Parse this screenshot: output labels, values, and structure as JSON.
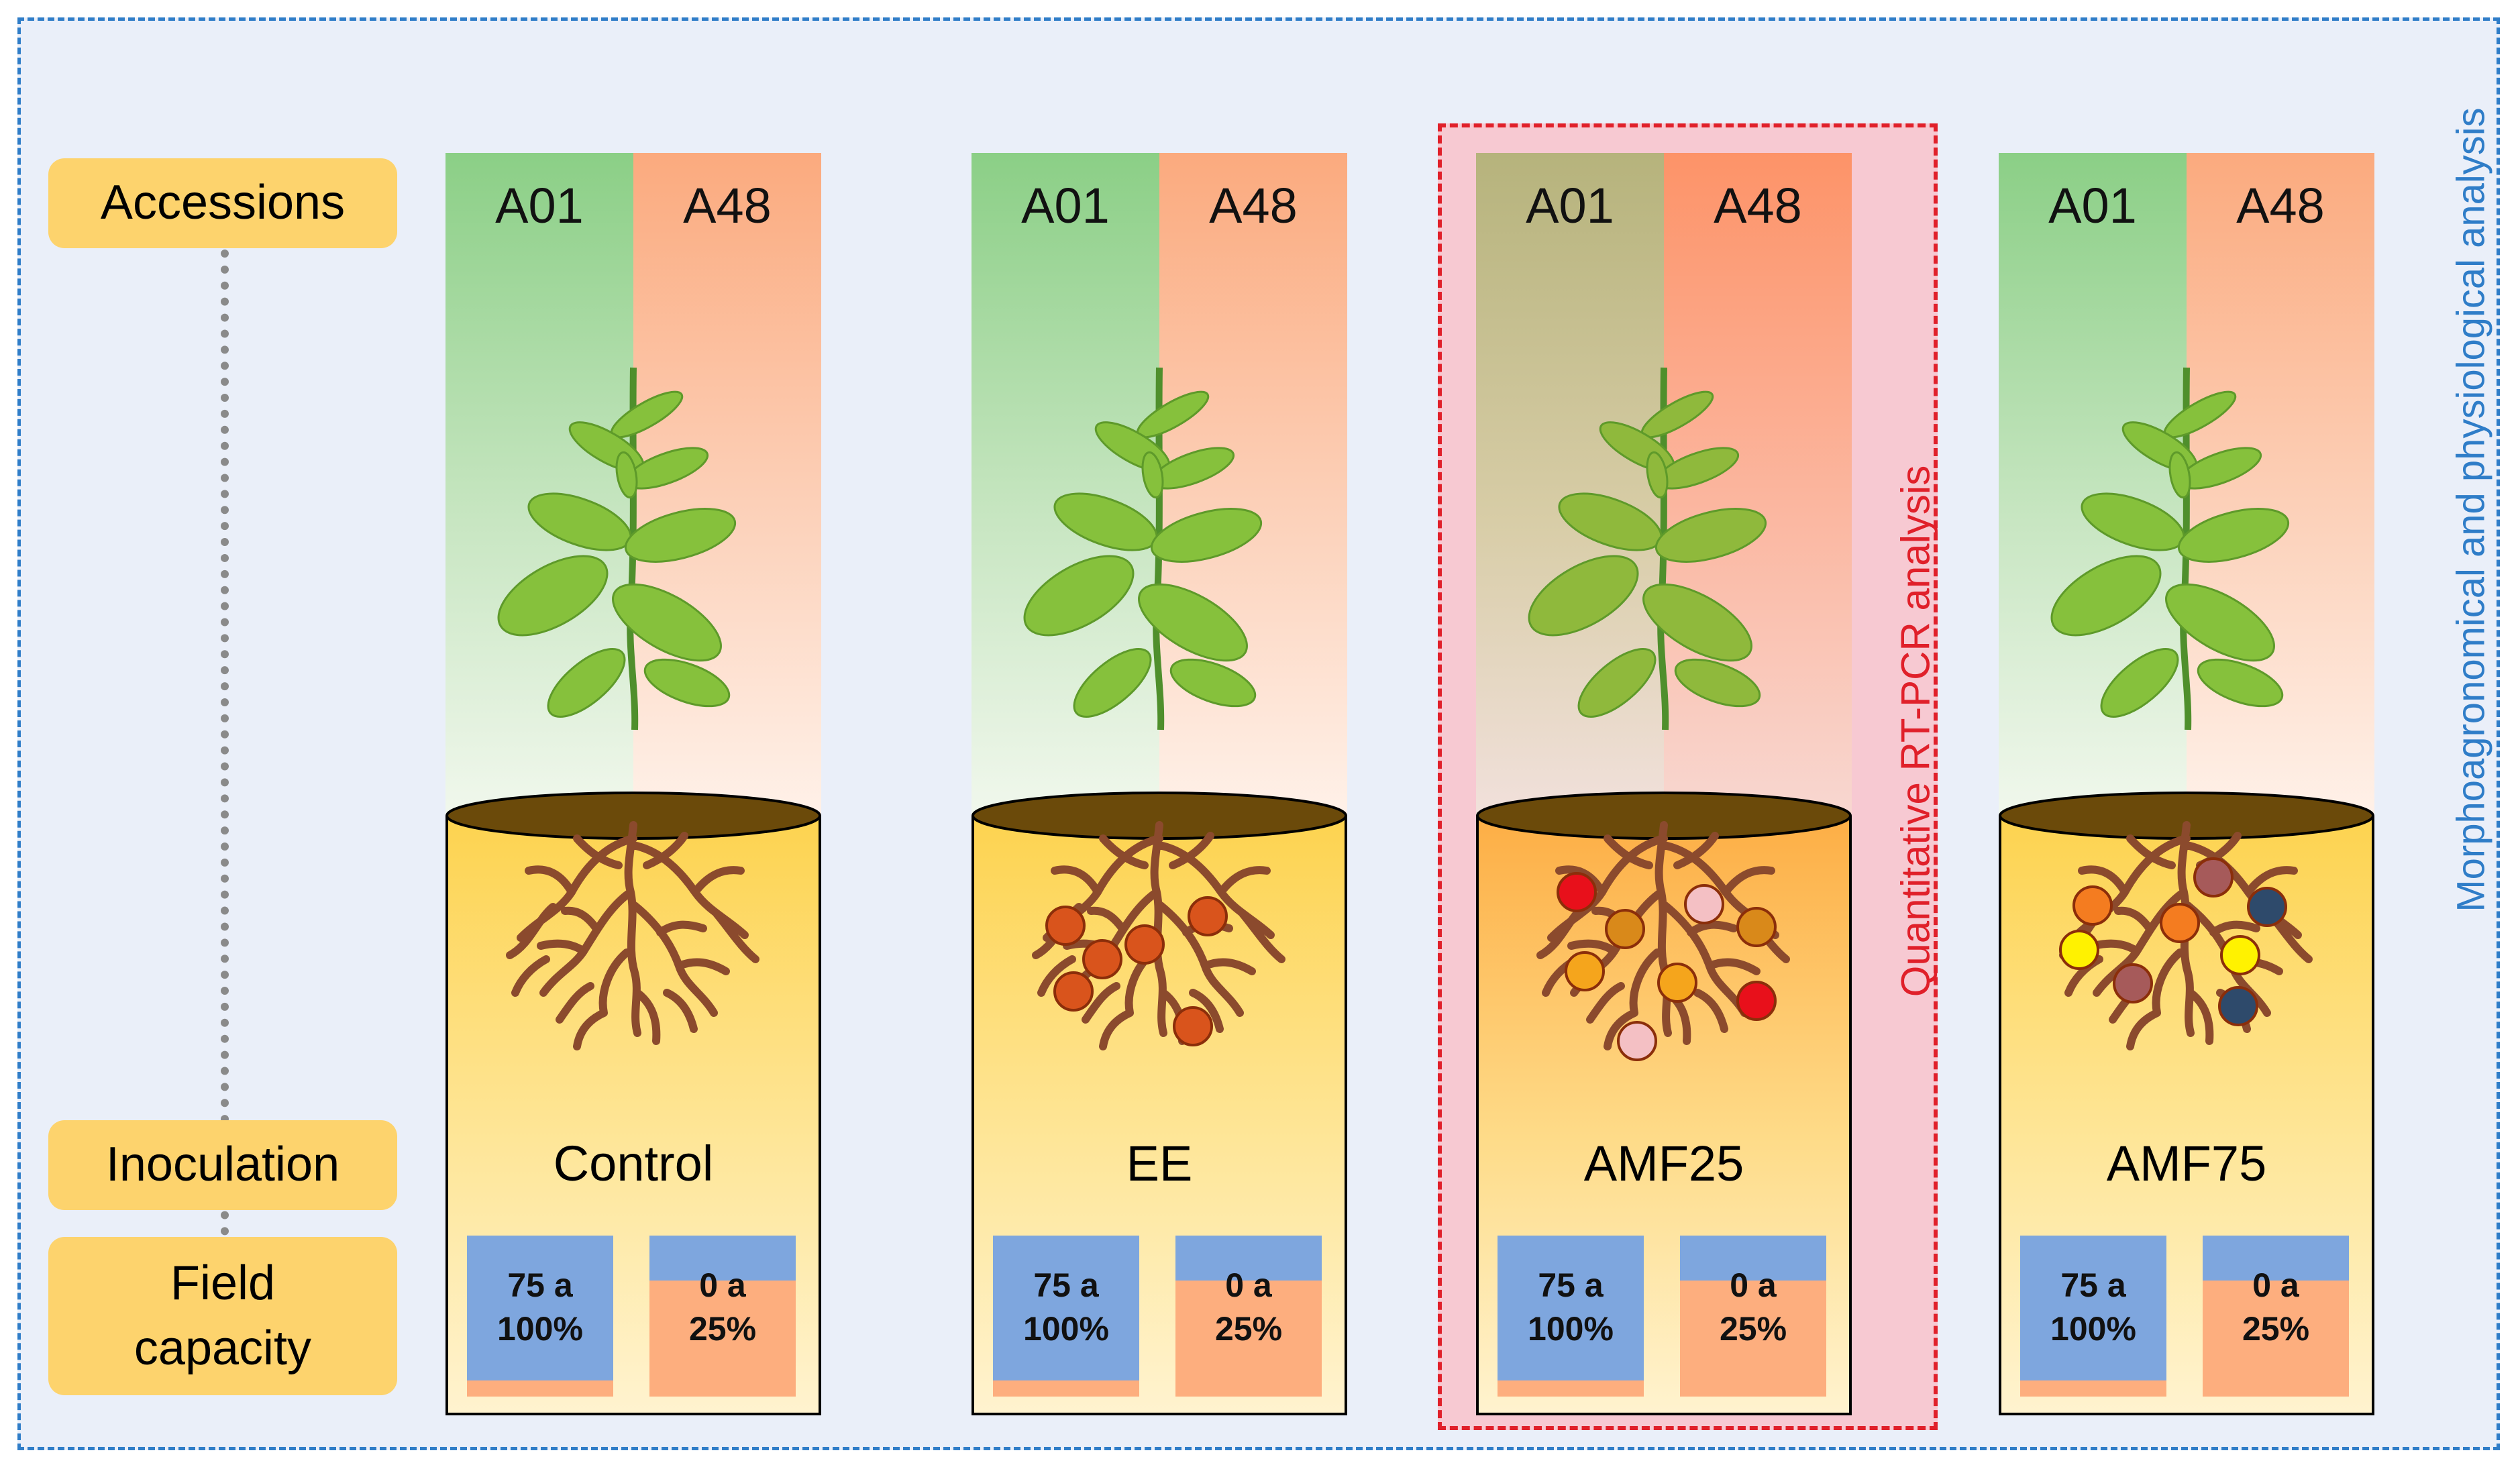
{
  "row_labels": {
    "accessions": "Accessions",
    "inoculation": "Inoculation",
    "field_capacity_line1": "Field",
    "field_capacity_line2": "capacity"
  },
  "side_labels": {
    "morphological": "Morphoagronomical and physiological analysis",
    "qpcr": "Quantitative RT-PCR analysis"
  },
  "treatments": [
    {
      "inoculation": "Control",
      "accession_left": "A01",
      "accession_right": "A48",
      "field_capacity": [
        {
          "line1": "75 a",
          "line2": "100%",
          "fill_fraction": 0.9
        },
        {
          "line1": "0 a",
          "line2": "25%",
          "fill_fraction": 0.28
        }
      ]
    },
    {
      "inoculation": "EE",
      "accession_left": "A01",
      "accession_right": "A48",
      "field_capacity": [
        {
          "line1": "75 a",
          "line2": "100%",
          "fill_fraction": 0.9
        },
        {
          "line1": "0 a",
          "line2": "25%",
          "fill_fraction": 0.28
        }
      ]
    },
    {
      "inoculation": "AMF25",
      "accession_left": "A01",
      "accession_right": "A48",
      "field_capacity": [
        {
          "line1": "75 a",
          "line2": "100%",
          "fill_fraction": 0.9
        },
        {
          "line1": "0 a",
          "line2": "25%",
          "fill_fraction": 0.28
        }
      ]
    },
    {
      "inoculation": "AMF75",
      "accession_left": "A01",
      "accession_right": "A48",
      "field_capacity": [
        {
          "line1": "75 a",
          "line2": "100%",
          "fill_fraction": 0.9
        },
        {
          "line1": "0 a",
          "line2": "25%",
          "fill_fraction": 0.28
        }
      ]
    }
  ],
  "colors": {
    "frame_blue": "#2f7dc8",
    "qpcr_red": "#e0202a",
    "label_yellow": "#fdd36d",
    "water_blue": "#7ea6de",
    "water_orange": "#fdae7e",
    "root_brown": "#8b4a2d",
    "ee_spore": "#d9541c",
    "amf_spore_colors": [
      "#e8101b",
      "#f4c0c4",
      "#d9891a",
      "#f5a51c",
      "#f47c20",
      "#fff200",
      "#a65a5a",
      "#2e4a6b"
    ]
  }
}
